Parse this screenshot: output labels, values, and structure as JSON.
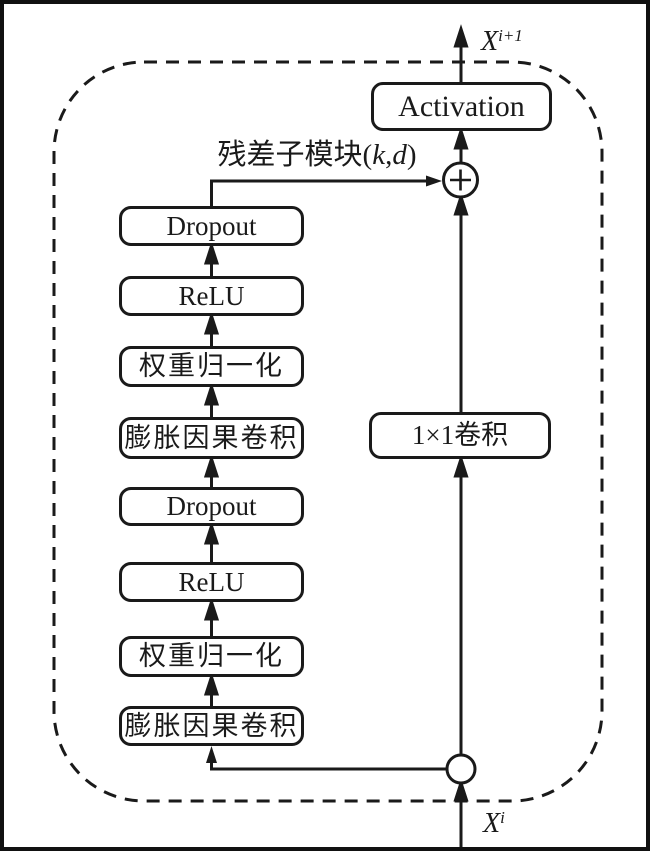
{
  "diagram": {
    "title_semantic": "TCN residual block diagram",
    "output_label": {
      "base": "X",
      "sup": "i+1"
    },
    "input_label": {
      "base": "X",
      "sup": "i"
    },
    "activation_box": "Activation",
    "residual_label": {
      "prefix": "残差子模块(",
      "k": "k",
      "comma": ",",
      "d": "d",
      "close": ")"
    },
    "conv1x1_box": "1×1卷积",
    "left_stack": [
      "Dropout",
      "ReLU",
      "权重归一化",
      "膨胀因果卷积",
      "Dropout",
      "ReLU",
      "权重归一化",
      "膨胀因果卷积"
    ],
    "icons": {
      "sum_node": "plus-in-circle",
      "split_node": "empty-circle"
    },
    "colors": {
      "line": "#1a1a1a",
      "background": "#ffffff"
    }
  }
}
